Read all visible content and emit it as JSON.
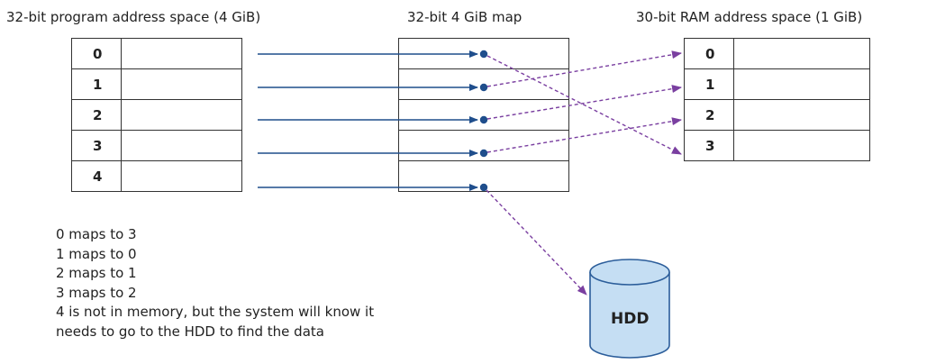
{
  "titles": {
    "program": "32-bit program address space (4 GiB)",
    "map": "32-bit 4 GiB map",
    "ram": "30-bit RAM address space (1 GiB)"
  },
  "program_rows": [
    "0",
    "1",
    "2",
    "3",
    "4"
  ],
  "ram_rows": [
    "0",
    "1",
    "2",
    "3"
  ],
  "map_rows": 5,
  "notes": [
    "0 maps to 3",
    "1 maps to 0",
    "2 maps to 1",
    "3 maps to 2",
    "4 is not in memory, but the system will know it",
    "needs to go to the HDD to find the data"
  ],
  "mappings": [
    {
      "from": "0",
      "to": "3"
    },
    {
      "from": "1",
      "to": "0"
    },
    {
      "from": "2",
      "to": "1"
    },
    {
      "from": "3",
      "to": "2"
    },
    {
      "from": "4",
      "to": "HDD"
    }
  ],
  "hdd_label": "HDD",
  "colors": {
    "solid_arrow": "#1f4e8c",
    "dashed_arrow": "#7a3fa0",
    "hdd_fill": "#c5def3",
    "hdd_stroke": "#2b5d9a",
    "border": "#333333"
  }
}
